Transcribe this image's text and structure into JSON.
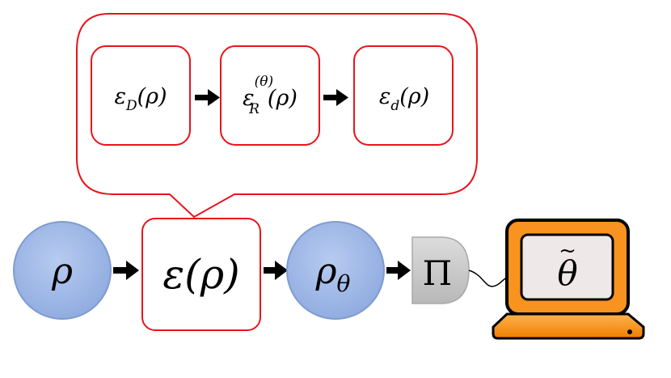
{
  "callout": {
    "stages": [
      {
        "symbol": "ε",
        "subscript": "D",
        "superscript": "",
        "argument": "(ρ)"
      },
      {
        "symbol": "ε",
        "subscript": "R",
        "superscript": "(θ)",
        "argument": "(ρ)"
      },
      {
        "symbol": "ε",
        "subscript": "d",
        "superscript": "",
        "argument": "(ρ)"
      }
    ]
  },
  "pipeline": {
    "input_state": "ρ",
    "channel": {
      "symbol": "ε",
      "argument": "(ρ)"
    },
    "output_state": {
      "symbol": "ρ",
      "subscript": "θ"
    },
    "measurement": "Π",
    "estimate": "θ",
    "estimate_accent": "~"
  },
  "colors": {
    "box_outline": "#e8141c",
    "state_fill": "#9fb8e8",
    "state_stroke": "#7f9bd0",
    "laptop_body": "#f7931e",
    "laptop_outline": "#000000",
    "laptop_screen": "#efe8e8",
    "laptop_base": "#ff8c00",
    "detector_fill": "#cfcfcf",
    "arrow": "#000000"
  }
}
